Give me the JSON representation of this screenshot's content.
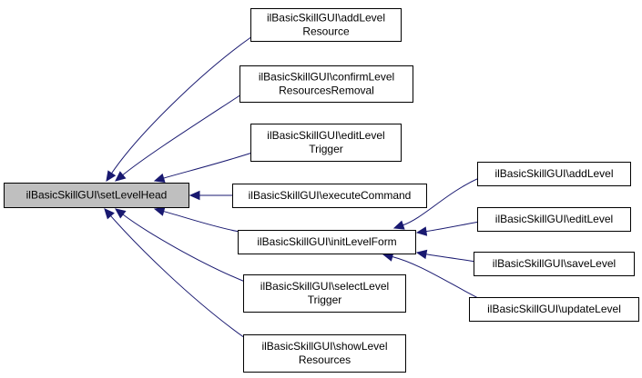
{
  "diagram": {
    "nodes": [
      {
        "id": "setLevelHead",
        "lines": [
          "ilBasicSkillGUI\\setLevelHead"
        ],
        "focus": true
      },
      {
        "id": "addLevelResource",
        "lines": [
          "ilBasicSkillGUI\\addLevel",
          "Resource"
        ]
      },
      {
        "id": "confirmLevelResourcesRemoval",
        "lines": [
          "ilBasicSkillGUI\\confirmLevel",
          "ResourcesRemoval"
        ]
      },
      {
        "id": "editLevelTrigger",
        "lines": [
          "ilBasicSkillGUI\\editLevel",
          "Trigger"
        ]
      },
      {
        "id": "executeCommand",
        "lines": [
          "ilBasicSkillGUI\\executeCommand"
        ]
      },
      {
        "id": "initLevelForm",
        "lines": [
          "ilBasicSkillGUI\\initLevelForm"
        ]
      },
      {
        "id": "selectLevelTrigger",
        "lines": [
          "ilBasicSkillGUI\\selectLevel",
          "Trigger"
        ]
      },
      {
        "id": "showLevelResources",
        "lines": [
          "ilBasicSkillGUI\\showLevel",
          "Resources"
        ]
      },
      {
        "id": "addLevel",
        "lines": [
          "ilBasicSkillGUI\\addLevel"
        ]
      },
      {
        "id": "editLevel",
        "lines": [
          "ilBasicSkillGUI\\editLevel"
        ]
      },
      {
        "id": "saveLevel",
        "lines": [
          "ilBasicSkillGUI\\saveLevel"
        ]
      },
      {
        "id": "updateLevel",
        "lines": [
          "ilBasicSkillGUI\\updateLevel"
        ]
      }
    ],
    "edges": [
      {
        "from": "addLevelResource",
        "to": "setLevelHead"
      },
      {
        "from": "confirmLevelResourcesRemoval",
        "to": "setLevelHead"
      },
      {
        "from": "editLevelTrigger",
        "to": "setLevelHead"
      },
      {
        "from": "executeCommand",
        "to": "setLevelHead"
      },
      {
        "from": "initLevelForm",
        "to": "setLevelHead"
      },
      {
        "from": "selectLevelTrigger",
        "to": "setLevelHead"
      },
      {
        "from": "showLevelResources",
        "to": "setLevelHead"
      },
      {
        "from": "addLevel",
        "to": "initLevelForm"
      },
      {
        "from": "editLevel",
        "to": "initLevelForm"
      },
      {
        "from": "saveLevel",
        "to": "initLevelForm"
      },
      {
        "from": "updateLevel",
        "to": "initLevelForm"
      }
    ],
    "colors": {
      "edge": "#191970",
      "focus_fill": "#bfbfbf",
      "node_fill": "#ffffff",
      "node_stroke": "#000000"
    }
  }
}
